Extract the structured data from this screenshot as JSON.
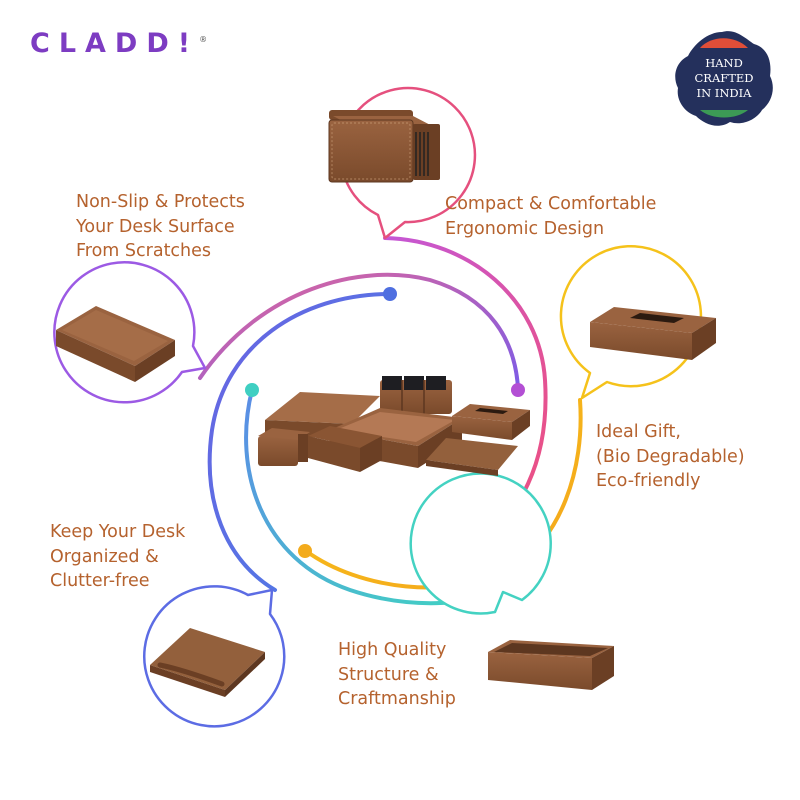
{
  "brand": {
    "name": "CLADD!",
    "registered": "®"
  },
  "seal": {
    "lines": [
      "HAND",
      "CRAFTED",
      "IN  INDIA"
    ]
  },
  "features": [
    {
      "id": "compact",
      "text": "Compact & Comfortable\nErgonomic Design"
    },
    {
      "id": "nonslip",
      "text": "Non-Slip & Protects\nYour Desk Surface\nFrom Scratches"
    },
    {
      "id": "gift",
      "text": "Ideal Gift,\n(Bio Degradable)\nEco-friendly"
    },
    {
      "id": "organized",
      "text": "Keep Your Desk\nOrganized &\nClutter-free"
    },
    {
      "id": "quality",
      "text": "High Quality\nStructure &\nCraftmanship"
    }
  ],
  "colors": {
    "leather": "#8a5533",
    "leather_dark": "#6b3f24",
    "text": "#b5622e",
    "arc_pink": "#e8507f",
    "arc_purple": "#b85ee0",
    "arc_yellow": "#f5c21b",
    "arc_teal": "#3fd2c2",
    "arc_blue": "#5b6ce0"
  }
}
